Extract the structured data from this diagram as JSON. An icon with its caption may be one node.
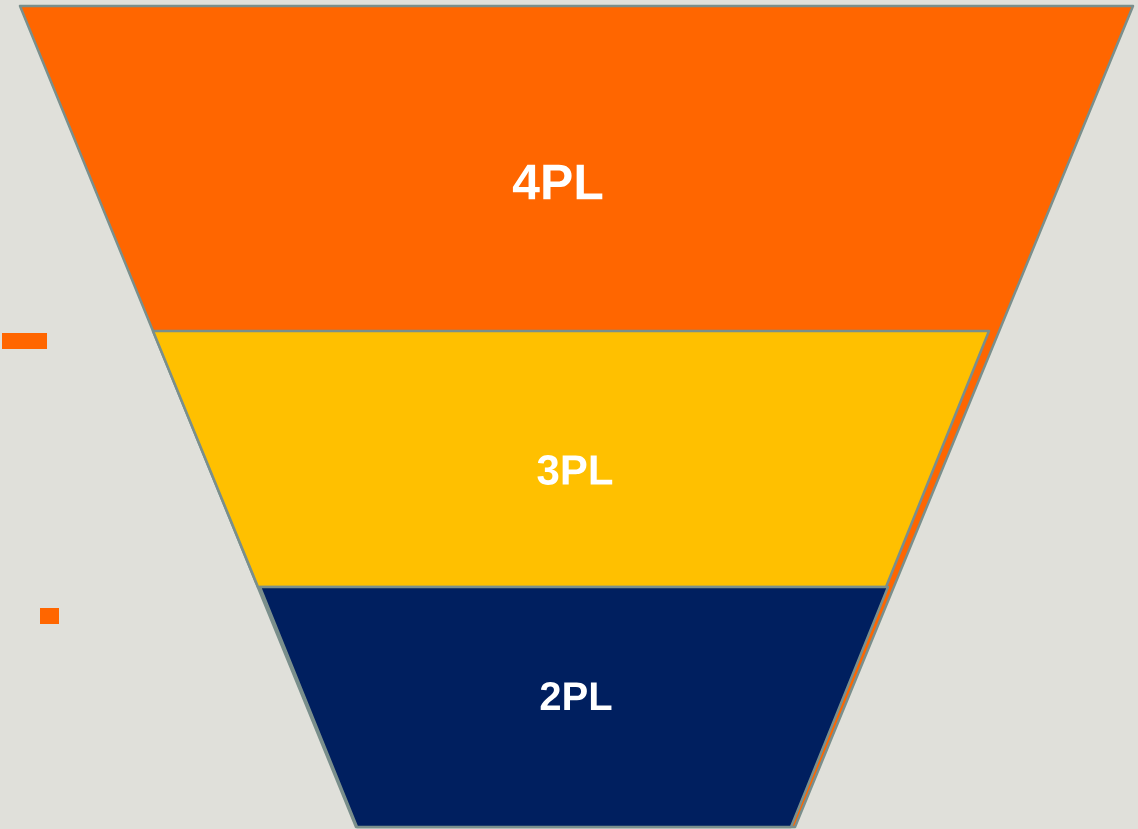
{
  "diagram": {
    "nodes": [
      {
        "text": [
          "4PL"
        ]
      },
      {
        "text": [
          "3PL"
        ],
        "in": 0
      },
      {
        "text": [
          "2PL"
        ],
        "in": 0
      }
    ]
  }
}
